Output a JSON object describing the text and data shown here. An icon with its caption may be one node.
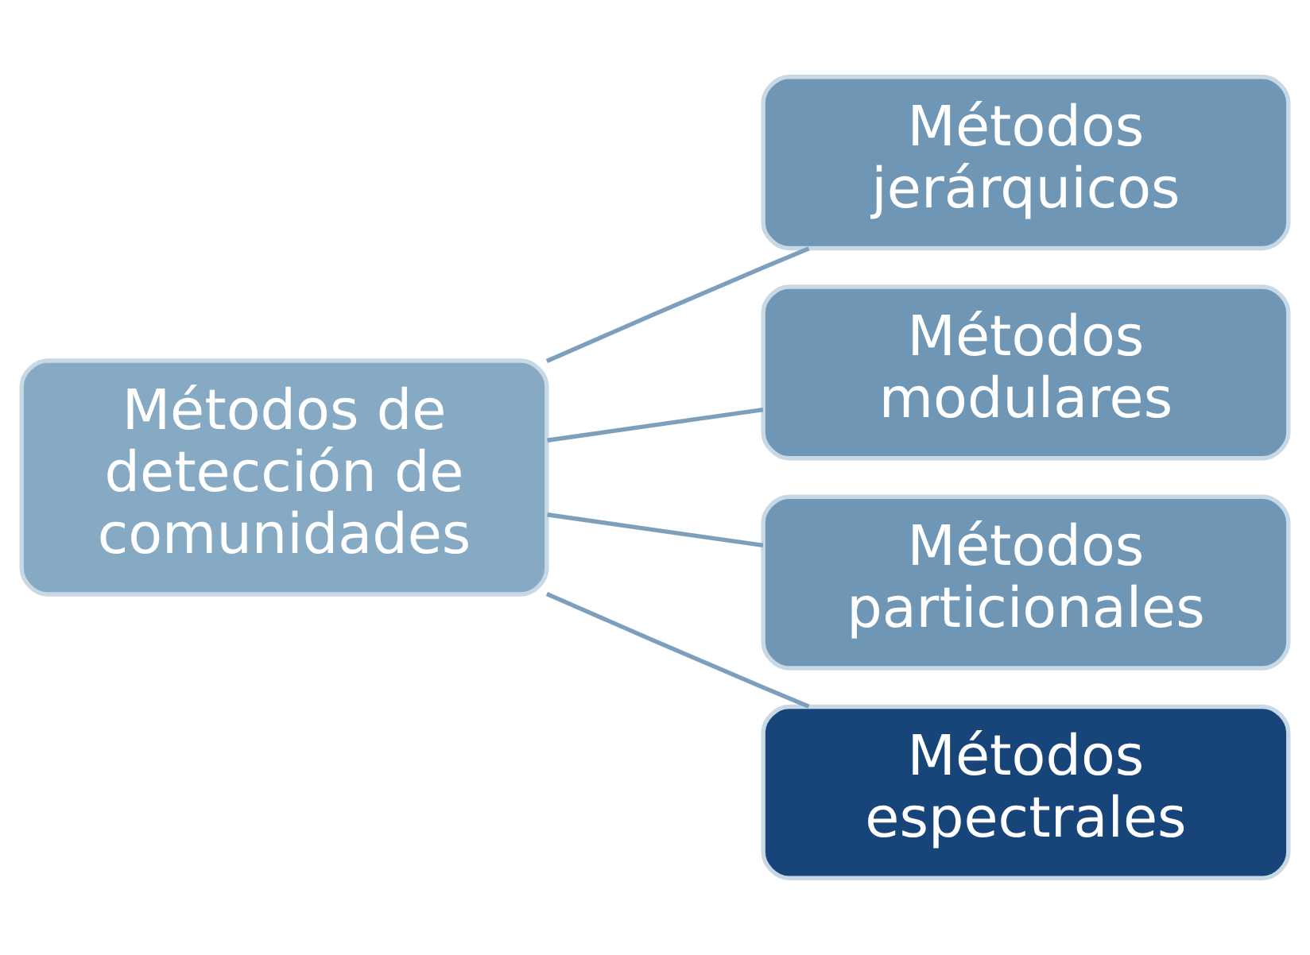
{
  "diagram": {
    "nodes": [
      {
        "text": [
          "Métodos de detección de comunidades"
        ]
      },
      {
        "text": [
          "Métodos jerárquicos"
        ]
      },
      {
        "text": [
          "Métodos modulares"
        ]
      },
      {
        "text": [
          "Métodos particionales"
        ]
      },
      {
        "text": [
          "Métodos espectrales"
        ]
      }
    ],
    "edges": [
      {
        "from": 0,
        "to": 1,
        "arrow": "none"
      },
      {
        "from": 0,
        "to": 2,
        "arrow": "none"
      },
      {
        "from": 0,
        "to": 3,
        "arrow": "none"
      },
      {
        "from": 0,
        "to": 4,
        "arrow": "none"
      }
    ]
  }
}
